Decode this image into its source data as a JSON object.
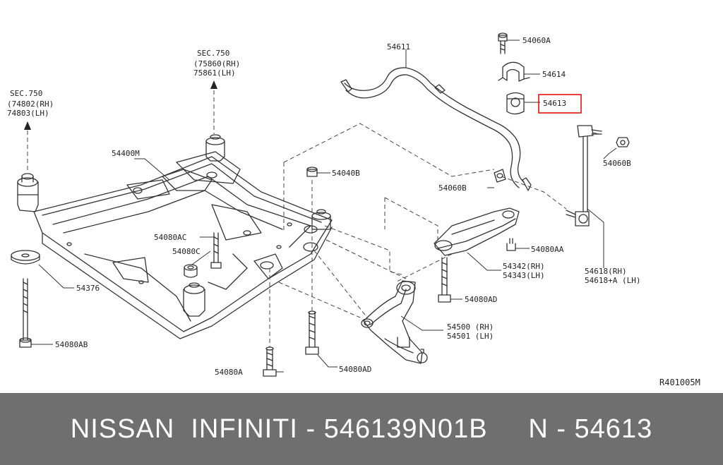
{
  "diagram": {
    "reference_code": "R401005M",
    "highlight_color": "#e60000",
    "callouts": {
      "sec750_a": [
        "SEC.750",
        "(74802(RH)",
        " 74803(LH)"
      ],
      "sec750_b": [
        "SEC.750",
        "(75860(RH)",
        " 75861(LH)"
      ],
      "p54400M": "54400M",
      "p54376": "54376",
      "p54080AB": "54080AB",
      "p54080AC": "54080AC",
      "p54080C": "54080C",
      "p54040B": "54040B",
      "p54080A": "54080A",
      "p54080AD_a": "54080AD",
      "p54080AD_b": "54080AD",
      "p54611": "54611",
      "p54060A": "54060A",
      "p54614": "54614",
      "p54613": "54613",
      "p54060B_a": "54060B",
      "p54060B_b": "54060B",
      "p54080AA": "54080AA",
      "p54342": [
        "54342(RH)",
        "54343(LH)"
      ],
      "p54500": [
        "54500 (RH)",
        "54501 (LH)"
      ],
      "p54618": [
        "54618(RH)",
        "54618+A (LH)"
      ]
    }
  },
  "footer": {
    "text": "NISSAN  INFINITI - 546139N01B     N - 54613"
  }
}
